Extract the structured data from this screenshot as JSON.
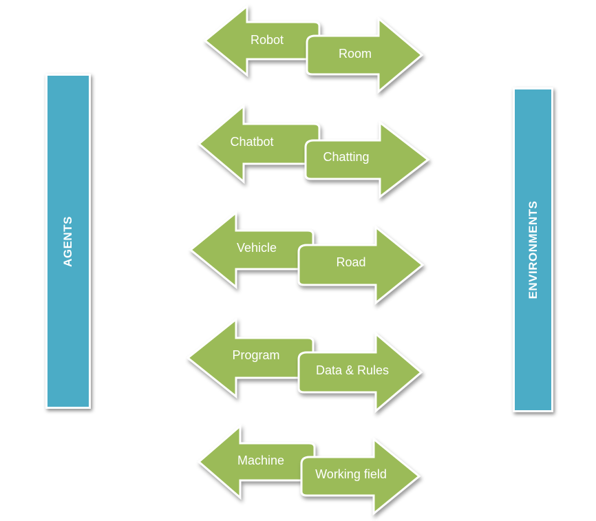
{
  "agents_label": "AGENTS",
  "environments_label": "ENVIRONMENTS",
  "colors": {
    "bar": "#4bacc6",
    "arrow": "#9bbb59",
    "text": "#ffffff"
  },
  "pairs": [
    {
      "agent": "Robot",
      "environment": "Room"
    },
    {
      "agent": "Chatbot",
      "environment": "Chatting"
    },
    {
      "agent": "Vehicle",
      "environment": "Road"
    },
    {
      "agent": "Program",
      "environment": "Data & Rules"
    },
    {
      "agent": "Machine",
      "environment": "Working field"
    }
  ]
}
